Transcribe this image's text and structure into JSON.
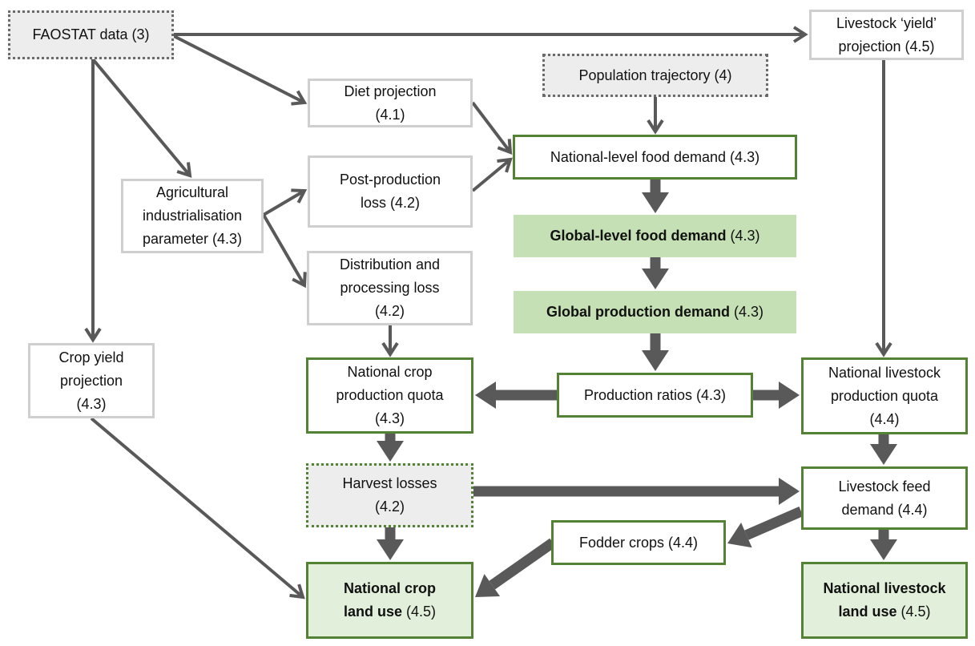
{
  "title": "Land use projection model flowchart",
  "colors": {
    "arrow": "#595959",
    "green_border": "#548235",
    "grey_border": "#cfcfcf",
    "light_green_fill": "#c5e0b4",
    "pale_green_fill": "#e2efda",
    "grey_fill": "#ededed"
  },
  "nodes": {
    "faostat": {
      "label": "FAOSTAT data (3)"
    },
    "livestock_yield": {
      "line1": "Livestock ‘yield’",
      "line2": "projection (4.5)"
    },
    "diet": {
      "line1": "Diet projection",
      "line2": "(4.1)"
    },
    "population": {
      "label": "Population trajectory (4)"
    },
    "national_food": {
      "label": "National-level food demand (4.3)"
    },
    "agri_param": {
      "line1": "Agricultural",
      "line2": "industrialisation",
      "line3": "parameter (4.3)"
    },
    "post_prod": {
      "line1": "Post-production",
      "line2": "loss (4.2)"
    },
    "global_food": {
      "bold": "Global-level food demand",
      "ref": " (4.3)"
    },
    "dist_loss": {
      "line1": "Distribution and",
      "line2": "processing loss",
      "line3": "(4.2)"
    },
    "global_prod": {
      "bold": "Global production demand",
      "ref": " (4.3)"
    },
    "crop_yield": {
      "line1": "Crop yield",
      "line2": "projection",
      "line3": "(4.3)"
    },
    "crop_quota": {
      "line1": "National crop",
      "line2": "production quota",
      "line3": "(4.3)"
    },
    "prod_ratios": {
      "label": "Production ratios (4.3)"
    },
    "livestock_quota": {
      "line1": "National livestock",
      "line2": "production quota",
      "line3": "(4.4)"
    },
    "harvest": {
      "line1": "Harvest losses",
      "line2": "(4.2)"
    },
    "feed_demand": {
      "line1": "Livestock feed",
      "line2": "demand (4.4)"
    },
    "fodder": {
      "label": "Fodder crops (4.4)"
    },
    "crop_land": {
      "bold1": "National crop",
      "bold2": "land use",
      "ref": " (4.5)"
    },
    "livestock_land": {
      "bold1": "National livestock",
      "bold2": "land use",
      "ref": " (4.5)"
    }
  },
  "edges": [
    {
      "from": "faostat",
      "to": "livestock_yield",
      "style": "thin"
    },
    {
      "from": "faostat",
      "to": "diet",
      "style": "thin"
    },
    {
      "from": "faostat",
      "to": "agri_param",
      "style": "thin"
    },
    {
      "from": "faostat",
      "to": "crop_yield",
      "style": "thin"
    },
    {
      "from": "agri_param",
      "to": "post_prod",
      "style": "thin"
    },
    {
      "from": "agri_param",
      "to": "dist_loss",
      "style": "thin"
    },
    {
      "from": "diet",
      "to": "national_food",
      "style": "thin"
    },
    {
      "from": "post_prod",
      "to": "national_food",
      "style": "thin"
    },
    {
      "from": "population",
      "to": "national_food",
      "style": "thin"
    },
    {
      "from": "livestock_yield",
      "to": "livestock_quota",
      "style": "thin"
    },
    {
      "from": "dist_loss",
      "to": "crop_quota",
      "style": "thin"
    },
    {
      "from": "crop_yield",
      "to": "crop_land",
      "style": "thin"
    },
    {
      "from": "national_food",
      "to": "global_food",
      "style": "thick"
    },
    {
      "from": "global_food",
      "to": "global_prod",
      "style": "thick"
    },
    {
      "from": "global_prod",
      "to": "prod_ratios",
      "style": "thick"
    },
    {
      "from": "prod_ratios",
      "to": "crop_quota",
      "style": "thick"
    },
    {
      "from": "prod_ratios",
      "to": "livestock_quota",
      "style": "thick"
    },
    {
      "from": "crop_quota",
      "to": "harvest",
      "style": "thick"
    },
    {
      "from": "harvest",
      "to": "crop_land",
      "style": "thick"
    },
    {
      "from": "harvest",
      "to": "feed_demand",
      "style": "thick"
    },
    {
      "from": "livestock_quota",
      "to": "feed_demand",
      "style": "thick"
    },
    {
      "from": "feed_demand",
      "to": "fodder",
      "style": "thick"
    },
    {
      "from": "feed_demand",
      "to": "livestock_land",
      "style": "thick"
    },
    {
      "from": "fodder",
      "to": "crop_land",
      "style": "thick"
    }
  ]
}
